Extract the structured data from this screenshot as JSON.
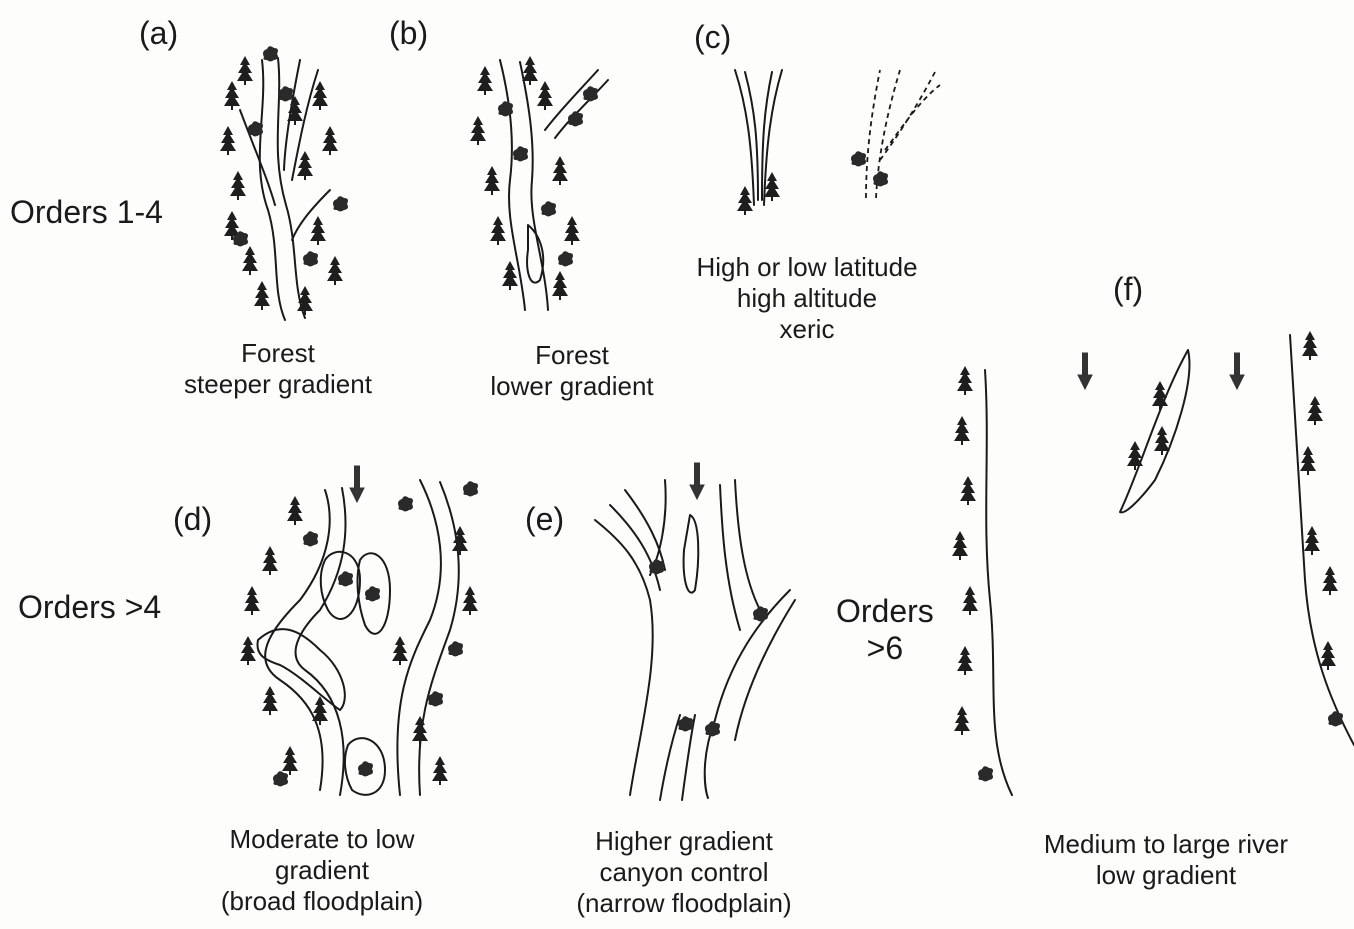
{
  "panels": {
    "a": {
      "label": "(a)",
      "caption": [
        "Forest",
        "steeper gradient"
      ]
    },
    "b": {
      "label": "(b)",
      "caption": [
        "Forest",
        "lower gradient"
      ]
    },
    "c": {
      "label": "(c)",
      "caption": [
        "High or low latitude",
        "high altitude",
        "xeric"
      ]
    },
    "d": {
      "label": "(d)",
      "caption": [
        "Moderate to low",
        "gradient",
        "(broad floodplain)"
      ]
    },
    "e": {
      "label": "(e)",
      "caption": [
        "Higher gradient",
        "canyon control",
        "(narrow floodplain)"
      ]
    },
    "f": {
      "label": "(f)",
      "caption": [
        "Medium to large river",
        "low gradient"
      ]
    }
  },
  "orders": {
    "row1": "Orders 1-4",
    "row2": "Orders >4",
    "row3": [
      "Orders",
      ">6"
    ]
  },
  "icons": [
    "tree-icon",
    "flow-arrow-icon",
    "stream-channel-icon"
  ],
  "colors": {
    "ink": "#1a1a1a",
    "paper": "#fdfdfb"
  }
}
